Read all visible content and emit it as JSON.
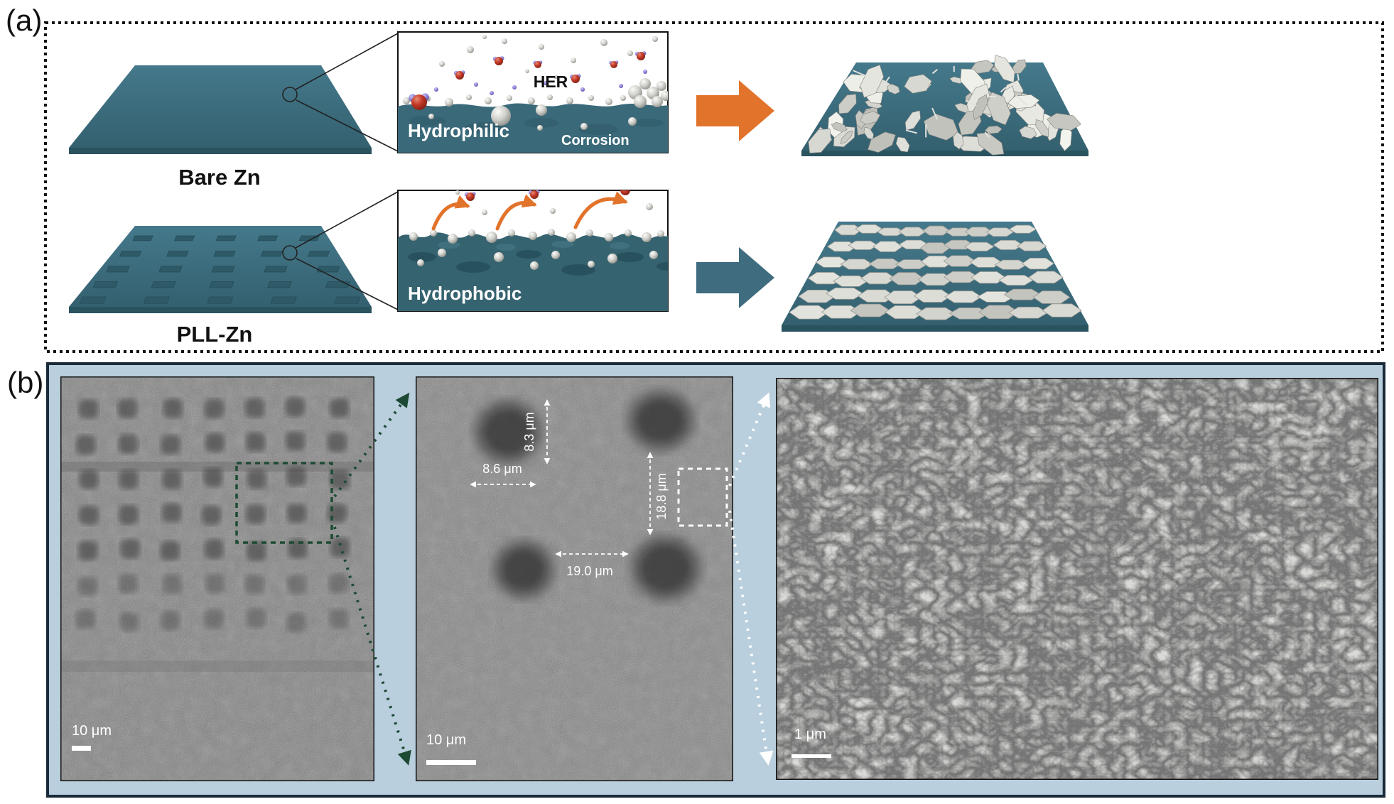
{
  "figure": {
    "panel_a": {
      "label": "(a)",
      "bare": {
        "name": "Bare Zn",
        "inset": {
          "her": "HER",
          "wetting": "Hydrophilic",
          "corrosion": "Corrosion"
        }
      },
      "pll": {
        "name": "PLL-Zn",
        "inset": {
          "wetting": "Hydrophobic"
        }
      }
    },
    "panel_b": {
      "label": "(b)",
      "sem_low": {
        "scale_bar": "10 μm"
      },
      "sem_mid": {
        "scale_bar": "10 μm",
        "measurements": {
          "spot_height": "8.3 μm",
          "spot_width": "8.6 μm",
          "pitch_vertical": "18.8 μm",
          "pitch_horizontal": "19.0 μm"
        }
      },
      "sem_high": {
        "scale_bar": "1 μm"
      }
    },
    "colors": {
      "zinc_plate": "#3f6c7e",
      "arrow_bare": "#e2732b",
      "arrow_pll": "#3f6c7e",
      "panel_b_bg": "#b9cfdd",
      "dashed_green": "#1d4a33"
    }
  }
}
